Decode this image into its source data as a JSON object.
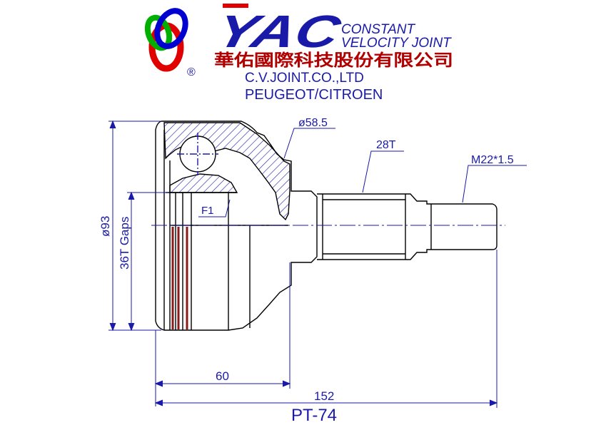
{
  "brand": {
    "logo_text": "YAC",
    "registered_mark": "®",
    "tagline_line1": "CONSTANT",
    "tagline_line2": "VELOCITY JOINT",
    "company_cn": "華佑國際科技股份有限公司",
    "company_en": "C.V.JOINT.CO.,LTD",
    "application": "PEUGEOT/CITROEN"
  },
  "labels": {
    "bell_diameter": "ø58.5",
    "outer_diameter": "ø93",
    "gaps": "36T Gaps",
    "spline": "28T",
    "thread": "M22*1.5",
    "f1": "F1",
    "dim_60": "60",
    "dim_152": "152",
    "part_number": "PT-74"
  },
  "colors": {
    "brand_blue": "#1a1aa8",
    "logo_red": "#e00000",
    "logo_green": "#00b000",
    "logo_blue": "#0000d0",
    "chinese_text": "#b00000",
    "drawing": "#000000",
    "dimension": "#0000cc",
    "bands": "#8b1a1a"
  }
}
